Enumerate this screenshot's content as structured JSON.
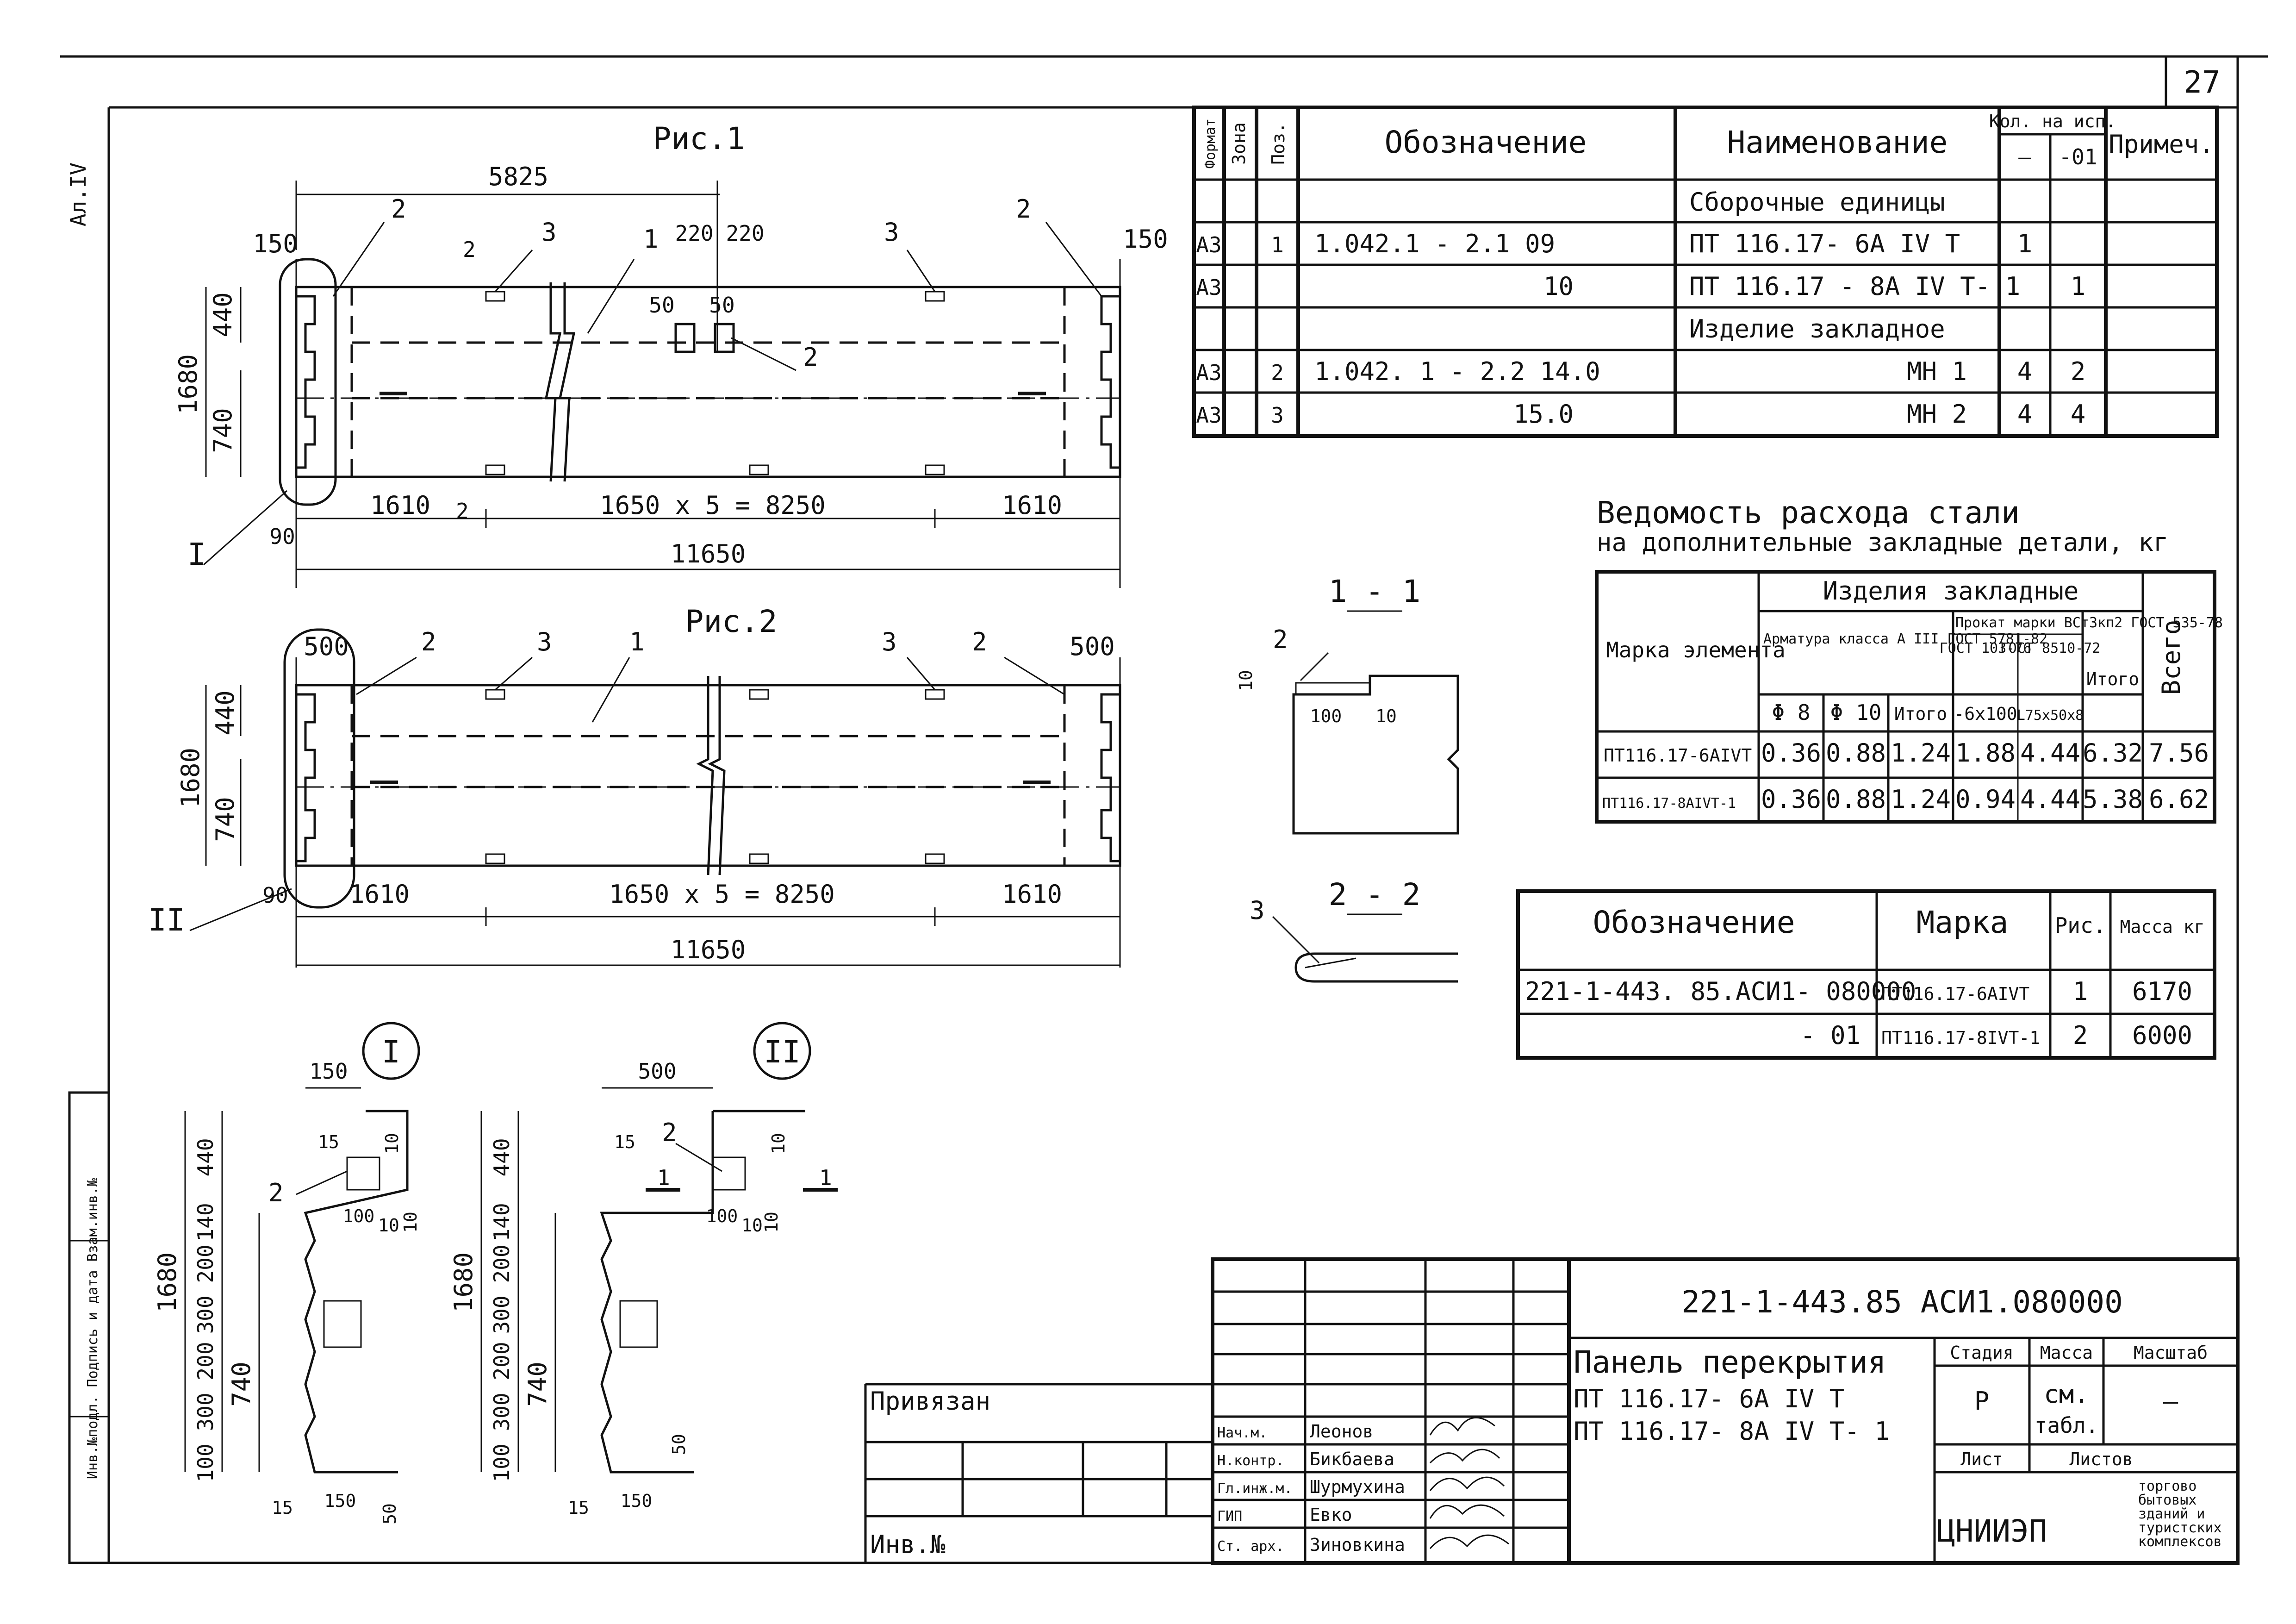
{
  "sheet_number": "27",
  "side_label": "Ал.IV",
  "fig1": {
    "title": "Рис.1",
    "dim_total_top": "5825",
    "d150": "150",
    "d220a": "220",
    "d220b": "220",
    "d50a": "50",
    "d50b": "50",
    "d440": "440",
    "d1680": "1680",
    "d740": "740",
    "d1610a": "1610",
    "d1650": "1650 x 5 = 8250",
    "d1610b": "1610",
    "d90": "90",
    "d11650": "11650",
    "marker": "I",
    "p1": "1",
    "p2": "2",
    "p3": "3",
    "sec2": "2"
  },
  "fig2": {
    "title": "Рис.2",
    "d500a": "500",
    "d500b": "500",
    "d440": "440",
    "d1680": "1680",
    "d740": "740",
    "d90": "90",
    "d1610a": "1610",
    "d1650": "1650 x 5 = 8250",
    "d1610b": "1610",
    "d11650": "11650",
    "marker": "II",
    "p1": "1",
    "p2": "2",
    "p3": "3"
  },
  "detail1": {
    "label": "I",
    "d150": "150",
    "d15": "15",
    "d10": "10",
    "d100": "100",
    "d10b": "10",
    "d10c": "10",
    "d440": "440",
    "d140": "140",
    "d200a": "200",
    "d300a": "300",
    "d200b": "200",
    "d300b": "300",
    "d100c": "100",
    "d1680": "1680",
    "d740": "740",
    "d15b": "15",
    "d150b": "150",
    "d50": "50",
    "p2": "2"
  },
  "detail2": {
    "label": "II",
    "d500": "500",
    "d15": "15",
    "d10": "10",
    "d100": "100",
    "d10b": "10",
    "d10c": "10",
    "d440": "440",
    "d140": "140",
    "d200a": "200",
    "d300a": "300",
    "d200b": "200",
    "d300b": "300",
    "d100c": "100",
    "d1680": "1680",
    "d740": "740",
    "d15b": "15",
    "d150b": "150",
    "d50": "50",
    "p2": "2",
    "cut": "1"
  },
  "section11": {
    "title": "1 - 1",
    "p2": "2",
    "d10": "10",
    "d100": "100",
    "d10b": "10"
  },
  "section22": {
    "title": "2 - 2",
    "p3": "3"
  },
  "spec": {
    "h_format": "Формат",
    "h_zone": "Зона",
    "h_pos": "Поз.",
    "h_designation": "Обозначение",
    "h_name": "Наименование",
    "h_qty": "Кол. на исп.",
    "h_qty_a": "—",
    "h_qty_b": "-01",
    "h_note": "Примеч.",
    "rows": [
      {
        "format": "",
        "pos": "",
        "designation": "",
        "name": "Сборочные единицы",
        "q1": "",
        "q2": ""
      },
      {
        "format": "А3",
        "pos": "1",
        "designation": "1.042.1 - 2.1   09",
        "name": "ПТ 116.17- 6А IV Т",
        "q1": "1",
        "q2": ""
      },
      {
        "format": "А3",
        "pos": "",
        "designation": "10",
        "name": "ПТ 116.17 - 8А IV Т- 1",
        "q1": "",
        "q2": "1"
      },
      {
        "format": "",
        "pos": "",
        "designation": "",
        "name": "Изделие закладное",
        "q1": "",
        "q2": ""
      },
      {
        "format": "А3",
        "pos": "2",
        "designation": "1.042. 1 - 2.2   14.0",
        "name": "МН 1",
        "q1": "4",
        "q2": "2"
      },
      {
        "format": "А3",
        "pos": "3",
        "designation": "15.0",
        "name": "МН 2",
        "q1": "4",
        "q2": "4"
      }
    ]
  },
  "steel": {
    "title1": "Ведомость расхода стали",
    "title2": "на дополнительные закладные детали, кг",
    "h_mark": "Марка элемента",
    "h_items": "Изделия закладные",
    "h_rebar": "Арматура класса А III ГОСТ 5781-82",
    "h_rolled": "Прокат марки ВСт3кп2 ГОСТ 535-78",
    "h_gost1": "ГОСТ 103-76",
    "h_gost2": "ГОСТ 8510-72",
    "h_total": "Итого",
    "h_all": "Всего",
    "h_f8": "Φ 8",
    "h_f10": "Φ 10",
    "h_sub": "Итого",
    "h_6x100": "-6x100",
    "h_l75": "L75x50x8",
    "rows": [
      {
        "mark": "ПТ116.17-6АIVТ",
        "f8": "0.36",
        "f10": "0.88",
        "sub": "1.24",
        "s6": "1.88",
        "l75": "4.44",
        "tot": "6.32",
        "all": "7.56"
      },
      {
        "mark": "ПТ116.17-8АIVТ-1",
        "f8": "0.36",
        "f10": "0.88",
        "sub": "1.24",
        "s6": "0.94",
        "l75": "4.44",
        "tot": "5.38",
        "all": "6.62"
      }
    ]
  },
  "mass": {
    "h_designation": "Обозначение",
    "h_mark": "Марка",
    "h_fig": "Рис.",
    "h_mass": "Масса кг",
    "rows": [
      {
        "designation": "221-1-443. 85.АСИ1- 080000",
        "mark": "ПТ116.17-6АIVТ",
        "fig": "1",
        "mass": "6170"
      },
      {
        "designation": "- 01",
        "mark": "ПТ116.17-8IVТ-1",
        "fig": "2",
        "mass": "6000"
      }
    ]
  },
  "title_block": {
    "doc_code": "221-1-443.85    АСИ1.080000",
    "title_l1": "Панель перекрытия",
    "title_l2": "ПТ 116.17- 6А IV Т",
    "title_l3": "ПТ 116.17- 8А IV Т- 1",
    "h_stage": "Стадия",
    "h_mass": "Масса",
    "h_scale": "Масштаб",
    "stage": "Р",
    "mass_l1": "см.",
    "mass_l2": "табл.",
    "scale": "—",
    "h_sheet": "Лист",
    "h_sheets": "Листов",
    "org": "ЦНИИЭП",
    "org_desc": [
      "торгово",
      "бытовых",
      "зданий и",
      "туристских",
      "комплексов"
    ],
    "bound": "Привязан",
    "inv": "Инв.№",
    "roles": [
      {
        "role": "Нач.м.",
        "name": "Леонов"
      },
      {
        "role": "Н.контр.",
        "name": "Бикбаева"
      },
      {
        "role": "Гл.инж.м.",
        "name": "Шурмухина"
      },
      {
        "role": "ГИП",
        "name": "Евко"
      },
      {
        "role": "Ст. арх.",
        "name": "Зиновкина"
      }
    ]
  },
  "margin_stamp": "Инв.№подл.   Подпись и дата   Взам.инв.№"
}
